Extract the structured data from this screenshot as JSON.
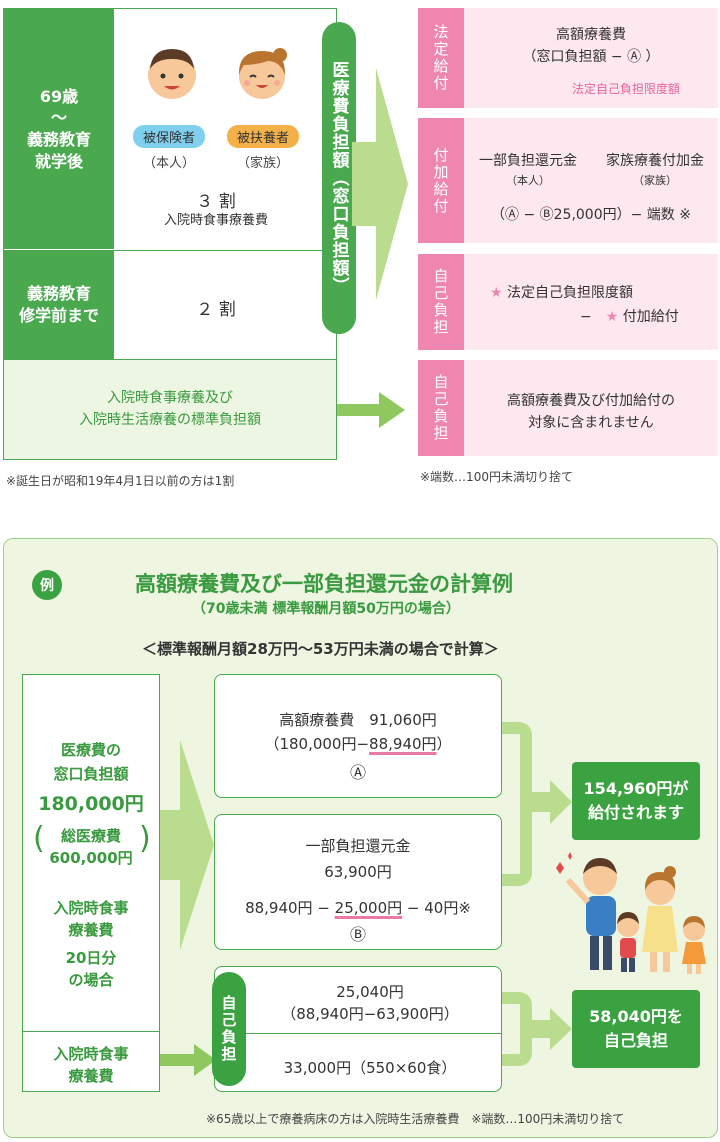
{
  "top": {
    "age_label_line1": "69歳",
    "age_label_line2": "〜",
    "age_label_line3": "義務教育",
    "age_label_line4": "就学後",
    "gimu_line1": "義務教育",
    "gimu_line2": "修学前まで",
    "insured_badge": "被保険者",
    "insured_sub": "（本人）",
    "dependent_badge": "被扶養者",
    "dependent_sub": "（家族）",
    "ratio_upper": "３ 割",
    "ratio_upper_sub": "入院時食事療養費",
    "ratio_lower": "２ 割",
    "pale_line1": "入院時食事療養及び",
    "pale_line2": "入院時生活療養の標準負担額",
    "vertical_pill": "医療費負担額（窓口負担額）",
    "footnote_left": "※誕生日が昭和19年4月1日以前の方は1割",
    "footnote_right": "※端数…100円未満切り捨て",
    "colors": {
      "green": "#4aa84f",
      "pink": "#ef86b0",
      "pink_bg": "#fde8f0"
    }
  },
  "pink_boxes": [
    {
      "label": "法定給付",
      "line1": "高額療養費",
      "line2": "（窓口負担額 − Ⓐ ）",
      "note": "法定自己負担限度額"
    },
    {
      "label": "付加給付",
      "col1": "一部負担還元金",
      "col1_sub": "（本人）",
      "col2": "家族療養付加金",
      "col2_sub": "（家族）",
      "formula": "（Ⓐ − Ⓑ25,000円）− 端数 ※"
    },
    {
      "label": "自己負担",
      "line1": "法定自己負担限度額",
      "line2": "付加給付"
    },
    {
      "label": "自己負担",
      "line1": "高額療養費及び付加給付の",
      "line2": "対象に含まれません"
    }
  ],
  "example": {
    "badge": "例",
    "title": "高額療養費及び一部負担還元金の計算例",
    "subtitle": "（70歳未満 標準報酬月額50万円の場合）",
    "condition": "＜標準報酬月額28万円〜53万円未満の場合で計算＞",
    "left": {
      "l1": "医療費の",
      "l2": "窓口負担額",
      "amount": "180,000円",
      "total_l1": "総医療費",
      "total_l2": "600,000円",
      "meal_l1": "入院時食事",
      "meal_l2": "療養費",
      "days_l1": "20日分",
      "days_l2": "の場合",
      "bottom_l1": "入院時食事",
      "bottom_l2": "療養費"
    },
    "box_a": {
      "title": "高額療養費　91,060円",
      "formula_pre": "（180,000円−",
      "formula_ul": "88,940円",
      "formula_post": "）",
      "mark": "Ⓐ"
    },
    "box_b": {
      "title": "一部負担還元金",
      "amount": "63,900円",
      "formula_pre": "88,940円 − ",
      "formula_ul": "25,000円",
      "formula_post": " − 40円※",
      "mark": "Ⓑ"
    },
    "self_label": "自己負担",
    "box_c": {
      "l1": "25,040円",
      "l2": "（88,940円−63,900円）",
      "l3": "33,000円（550×60食）"
    },
    "result_1": {
      "l1": "154,960円が",
      "l2": "給付されます"
    },
    "result_2": {
      "l1": "58,040円を",
      "l2": "自己負担"
    },
    "footnote": "※65歳以上で療養病床の方は入院時生活療養費　※端数…100円未満切り捨て"
  }
}
